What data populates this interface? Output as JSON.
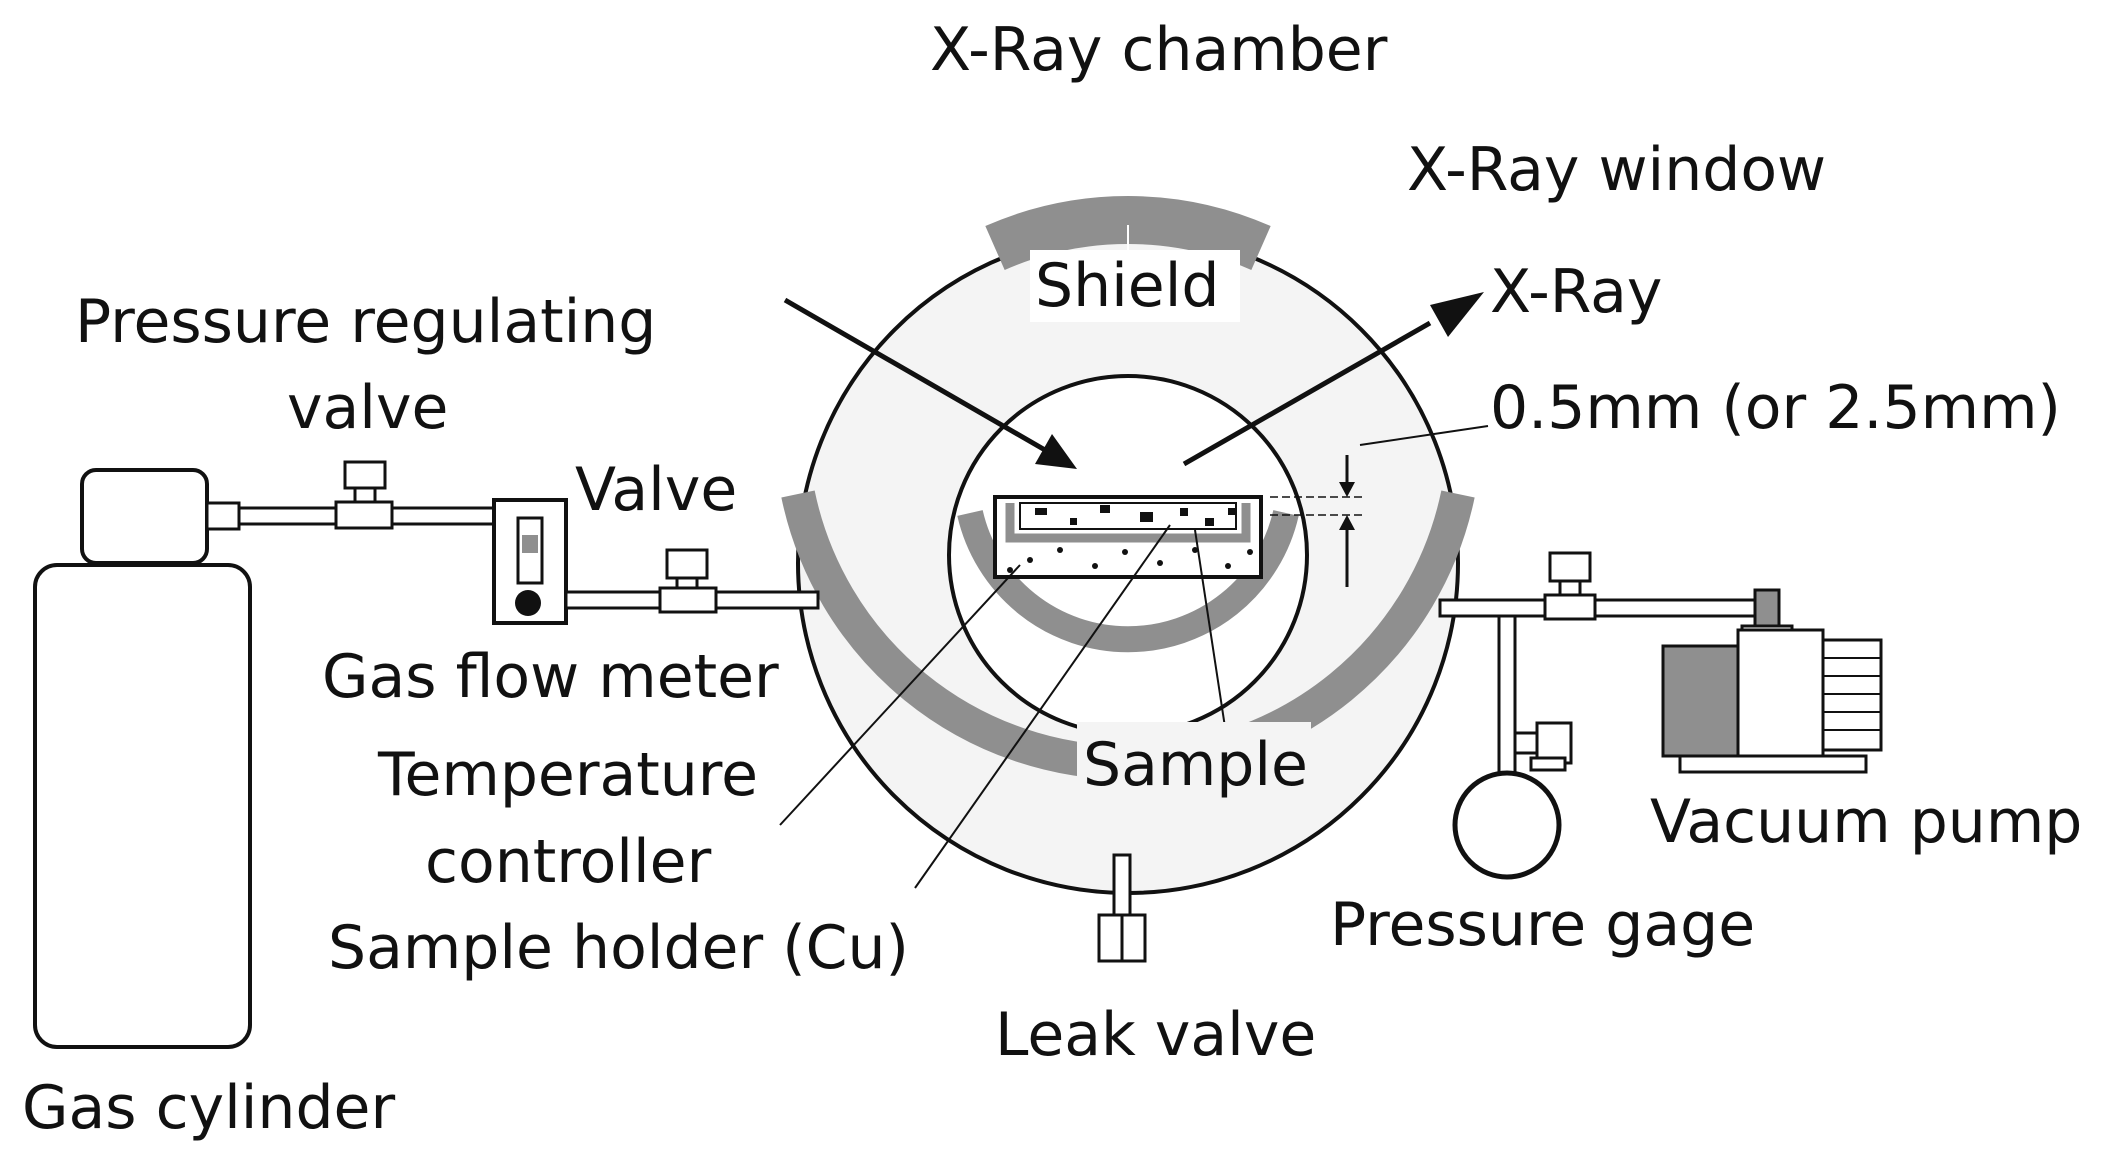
{
  "labels": {
    "xray_chamber": "X-Ray chamber",
    "xray_window": "X-Ray window",
    "shield": "Shield",
    "xray": "X-Ray",
    "gap": "0.5mm (or 2.5mm)",
    "pressure_regulating_valve_1": "Pressure regulating",
    "pressure_regulating_valve_2": "valve",
    "valve": "Valve",
    "gas_flow_meter": "Gas flow meter",
    "temperature_controller_1": "Temperature",
    "temperature_controller_2": "controller",
    "sample_holder": "Sample holder (Cu)",
    "sample": "Sample",
    "vacuum_pump": "Vacuum pump",
    "pressure_gage": "Pressure gage",
    "leak_valve": "Leak valve",
    "gas_cylinder": "Gas cylinder"
  },
  "colors": {
    "stroke": "#111111",
    "gray_part": "#8f8f8f",
    "chamber_fill": "#f4f4f4",
    "background": "#ffffff"
  }
}
